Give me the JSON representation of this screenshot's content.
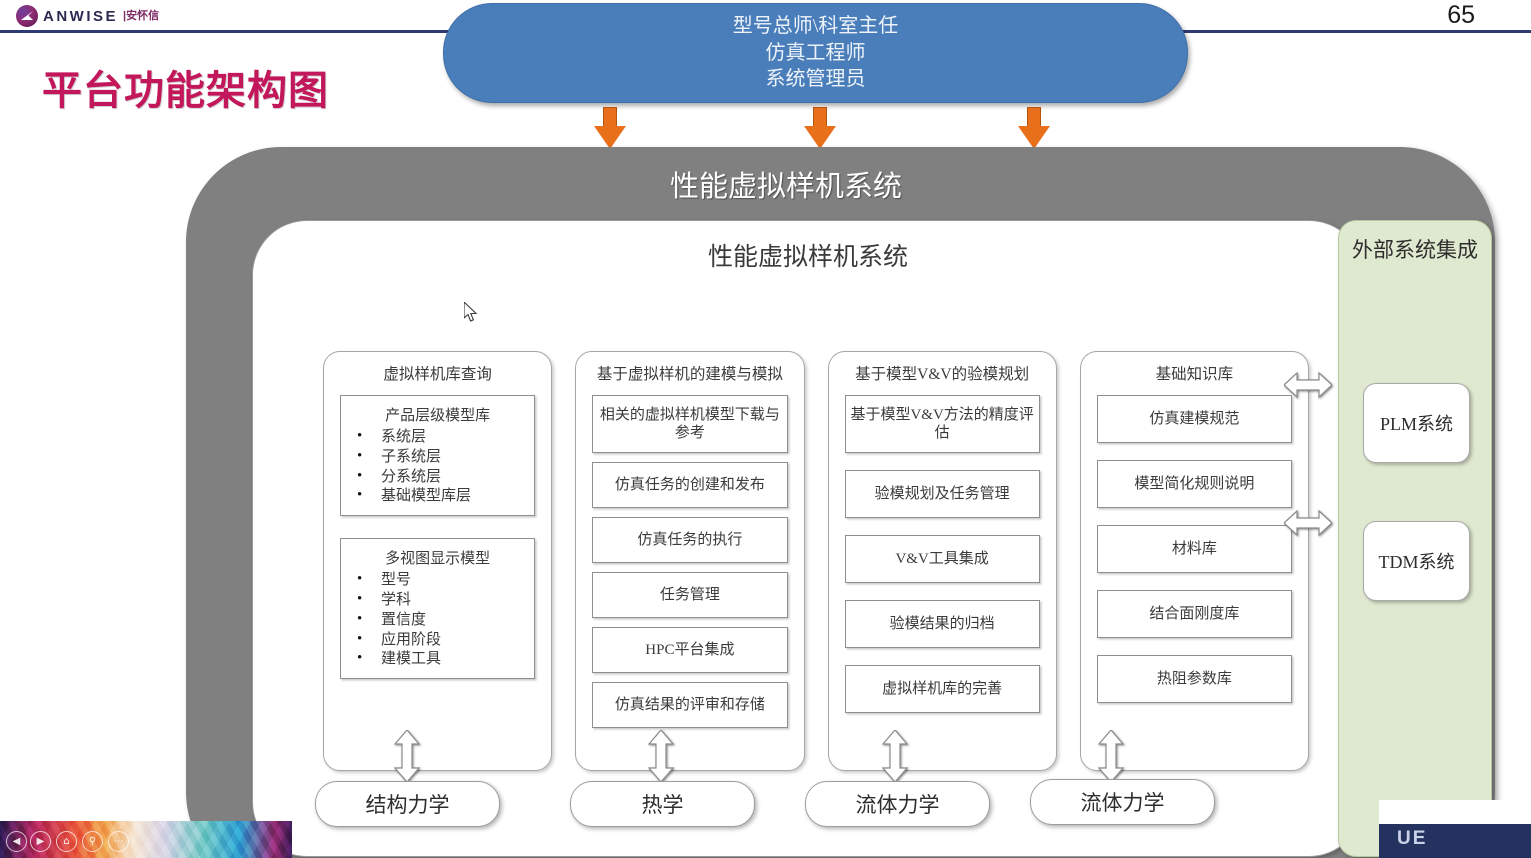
{
  "header": {
    "logo_text": "ANWISE",
    "logo_text_cn": "|安怀信",
    "logo_icon": "anwise-logo-mark",
    "page_number": "65"
  },
  "title": "平台功能架构图",
  "roles": {
    "lines": [
      "型号总师\\科室主任",
      "仿真工程师",
      "系统管理员"
    ],
    "fill_color": "#4A7EBB"
  },
  "arrows": {
    "down_arrow_color": "#E8701A",
    "down_arrow_count": 3
  },
  "system": {
    "outer_title": "性能虚拟样机系统",
    "inner_title": "性能虚拟样机系统",
    "outer_fill": "#808080",
    "inner_fill": "#FFFFFF"
  },
  "columns": [
    {
      "title": "虚拟样机库查询",
      "groups": [
        {
          "head": "产品层级模型库",
          "bullets": [
            "系统层",
            "子系统层",
            "分系统层",
            "基础模型库层"
          ]
        },
        {
          "head": "多视图显示模型",
          "bullets": [
            "型号",
            "学科",
            "置信度",
            "应用阶段",
            "建模工具"
          ]
        }
      ]
    },
    {
      "title": "基于虚拟样机的建模与模拟",
      "items": [
        "相关的虚拟样机模型下载与参考",
        "仿真任务的创建和发布",
        "仿真任务的执行",
        "任务管理",
        "HPC平台集成",
        "仿真结果的评审和存储"
      ]
    },
    {
      "title": "基于模型V&V的验模规划",
      "items": [
        "基于模型V&V方法的精度评估",
        "验模规划及任务管理",
        "V&V工具集成",
        "验模结果的归档",
        "虚拟样机库的完善"
      ]
    },
    {
      "title": "基础知识库",
      "items": [
        "仿真建模规范",
        "模型简化规则说明",
        "材料库",
        "结合面刚度库",
        "热阻参数库"
      ]
    }
  ],
  "external": {
    "title": "外部系统集成",
    "fill_color": "#DFE9CF",
    "boxes": [
      "PLM系统",
      "TDM系统"
    ]
  },
  "disciplines": [
    "结构力学",
    "热学",
    "流体力学",
    "流体力学"
  ],
  "taskbar": {
    "icons": [
      "back-icon",
      "play-icon",
      "home-icon",
      "search-icon",
      "more-icon"
    ],
    "corner_text": "UE"
  }
}
